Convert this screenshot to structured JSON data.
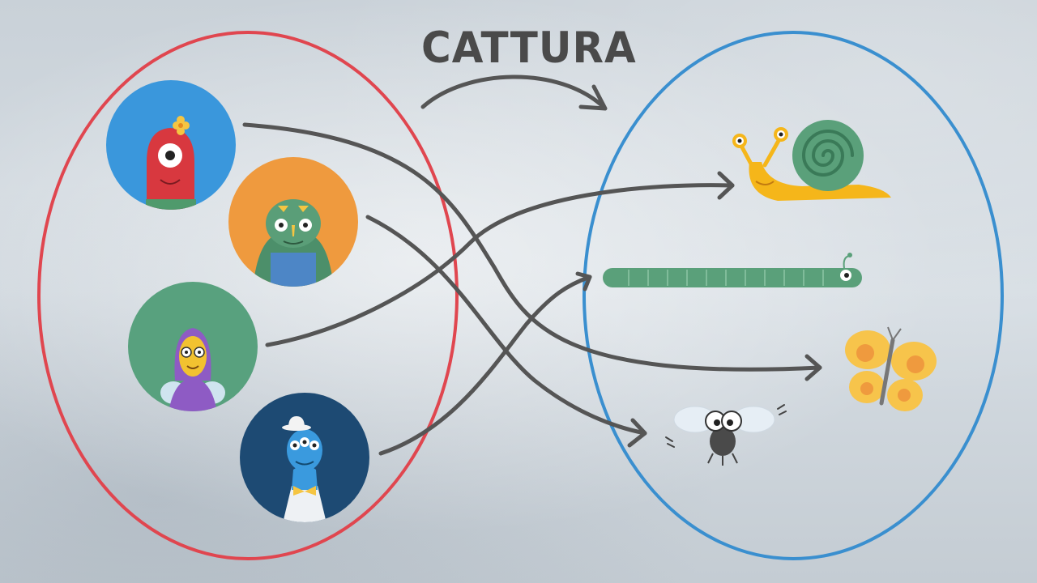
{
  "title": "CATTURA",
  "colors": {
    "predators_set": "#e0464f",
    "prey_set": "#3a8fcf",
    "arrow": "#555555"
  },
  "predators": [
    {
      "name": "red-one-eyed-monster",
      "bg": "#3a97dc",
      "arrow_to": "butterfly"
    },
    {
      "name": "green-ogre-monster",
      "bg": "#ef9a3e",
      "arrow_to": "fly"
    },
    {
      "name": "purple-haired-fairy",
      "bg": "#58a17e",
      "arrow_to": "snail"
    },
    {
      "name": "blue-three-eyed-monster",
      "bg": "#1d4a73",
      "arrow_to": "worm"
    }
  ],
  "prey": [
    "snail",
    "worm",
    "butterfly",
    "fly"
  ]
}
